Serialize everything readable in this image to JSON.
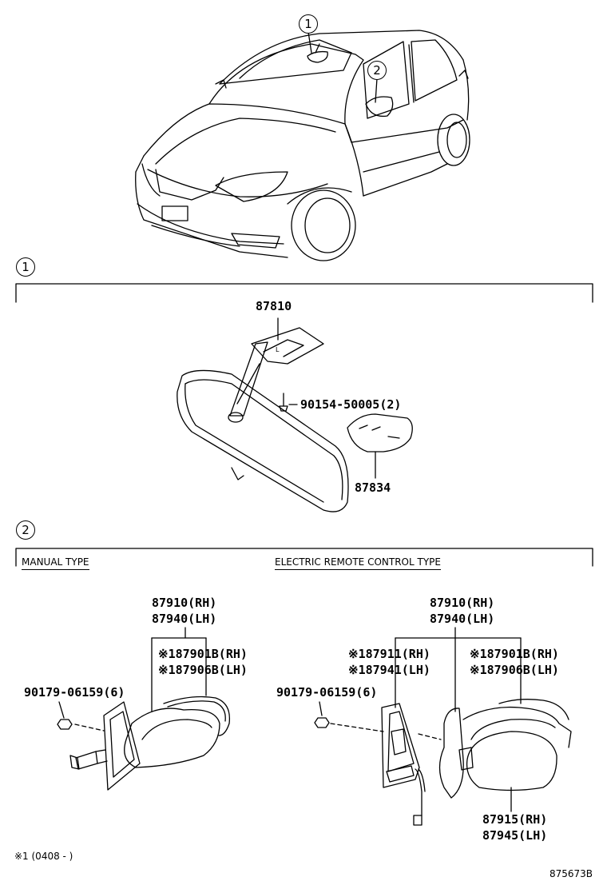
{
  "callouts": {
    "c1": "1",
    "c2": "2"
  },
  "sections": {
    "s1": {
      "marker": "1"
    },
    "s2": {
      "marker": "2",
      "manual_type": "MANUAL TYPE",
      "electric_type": "ELECTRIC REMOTE CONTROL TYPE"
    }
  },
  "parts": {
    "p87810": "87810",
    "p90154": "90154-50005(2)",
    "p87834": "87834",
    "m_87910": "87910(RH)",
    "m_87940": "87940(LH)",
    "m_87901b": "※187901B(RH)",
    "m_87906b": "※187906B(LH)",
    "m_90179": "90179-06159(6)",
    "e_87910": "87910(RH)",
    "e_87940": "87940(LH)",
    "e_87911": "※187911(RH)",
    "e_87941": "※187941(LH)",
    "e_87901b": "※187901B(RH)",
    "e_87906b": "※187906B(LH)",
    "e_90179": "90179-06159(6)",
    "e_87915": "87915(RH)",
    "e_87945": "87945(LH)"
  },
  "footnote": "※1 (0408 -        )",
  "figure_id": "875673B"
}
